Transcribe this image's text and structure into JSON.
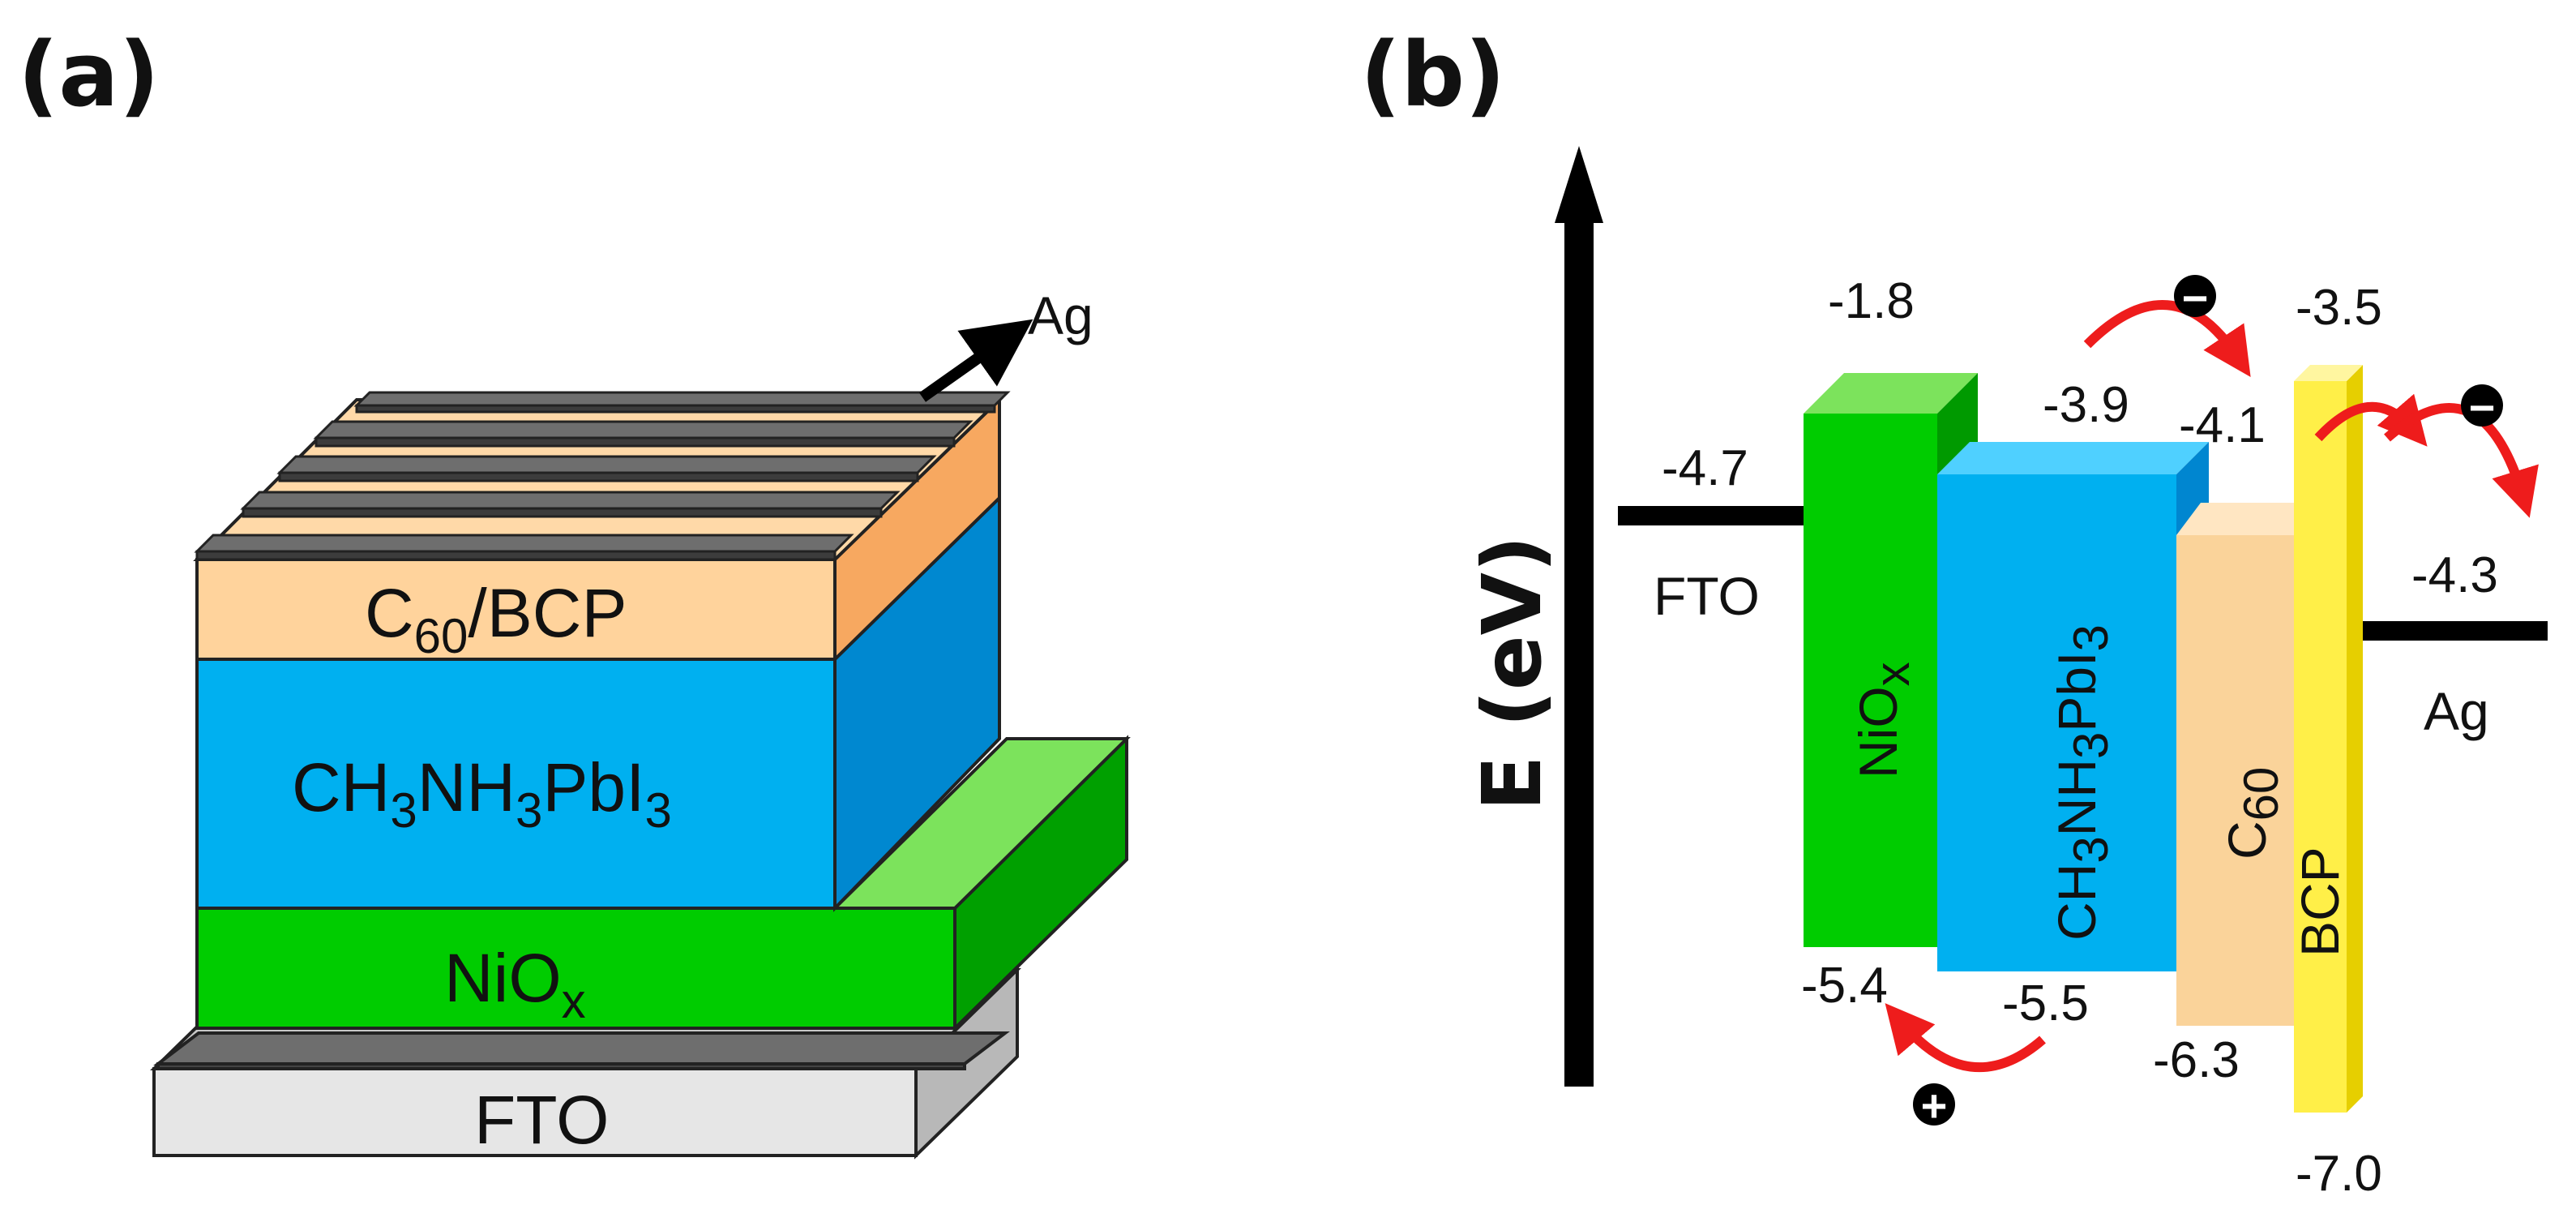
{
  "panel_a": {
    "label": "(a)",
    "layers": [
      {
        "id": "fto",
        "label": "FTO",
        "color": "#e6e6e6"
      },
      {
        "id": "nio",
        "label": "NiO",
        "sub": "x",
        "color": "#00cc00"
      },
      {
        "id": "perov",
        "label": "CH",
        "sub1": "3",
        "mid": "NH",
        "sub2": "3",
        "end": "PbI",
        "sub3": "3",
        "color": "#00b0f0"
      },
      {
        "id": "c60bcp",
        "label": "C",
        "sub": "60",
        "rest": "/BCP",
        "color": "#ffd39c"
      }
    ],
    "electrode": "Ag"
  },
  "panel_b": {
    "label": "(b)",
    "axis_title": "E (eV)",
    "electrodes": {
      "fto": "FTO",
      "ag": "Ag"
    },
    "materials": {
      "nio": {
        "name": "NiO",
        "sub": "x",
        "color": "#00cc00",
        "top_color": "#7ce35c",
        "side_color": "#009a00"
      },
      "perov": {
        "name": "CH",
        "sub1": "3",
        "mid": "NH",
        "sub2": "3",
        "end": "PbI",
        "sub3": "3",
        "color": "#00b0f0",
        "top_color": "#4fd0ff",
        "side_color": "#0086d0"
      },
      "c60": {
        "name": "C",
        "sub": "60",
        "color": "#fad39a",
        "top_color": "#ffe6c2"
      },
      "bcp": {
        "name": "BCP",
        "color": "#ffef48",
        "side_color": "#e6cf00"
      }
    },
    "levels": {
      "fto": "-4.7",
      "nio_top": "-1.8",
      "nio_bottom": "-5.4",
      "perov_top": "-3.9",
      "perov_bottom": "-5.5",
      "c60_top": "-4.1",
      "c60_bottom": "-6.3",
      "bcp_top": "-3.5",
      "bcp_bottom": "-7.0",
      "ag": "-4.3"
    },
    "carriers": {
      "electron": "−",
      "hole": "+"
    },
    "colors": {
      "arrow": "#ee1c1c"
    }
  }
}
